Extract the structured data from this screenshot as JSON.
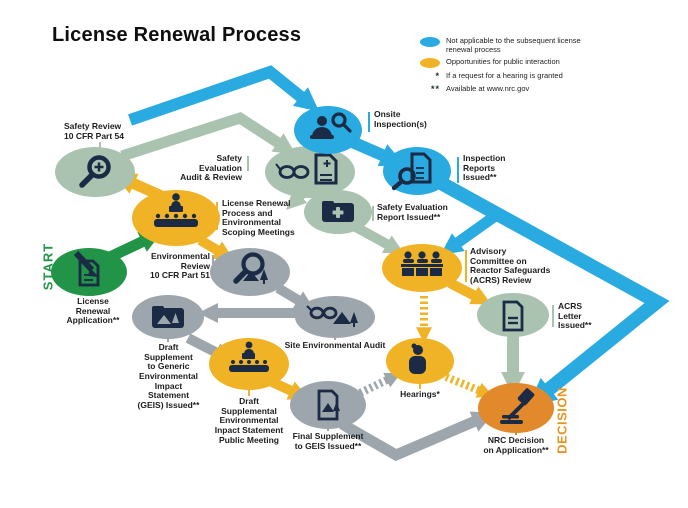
{
  "title": "License Renewal Process",
  "markers": {
    "start": "START",
    "decision": "DECISION"
  },
  "legend": {
    "items": [
      {
        "symbol": "",
        "label": "Not applicable to the subsequent license\nrenewal process",
        "swatch": "blue"
      },
      {
        "symbol": "",
        "label": "Opportunities for public interaction",
        "swatch": "gold"
      },
      {
        "symbol": "*",
        "label": "If a request for a hearing is granted"
      },
      {
        "symbol": "**",
        "label": "Available at www.nrc.gov"
      }
    ]
  },
  "nodes": {
    "safety_review": {
      "label": "Safety Review\n10 CFR Part 54",
      "color": "sage"
    },
    "safety_eval_audit": {
      "label": "Safety\nEvaluation\nAudit & Review",
      "color": "sage"
    },
    "onsite_inspection": {
      "label": "Onsite\nInspection(s)",
      "color": "blue"
    },
    "inspection_reports": {
      "label": "Inspection\nReports\nIssued**",
      "color": "blue"
    },
    "scoping_meetings": {
      "label": "License Renewal\nProcess and\nEnvironmental\nScoping Meetings",
      "color": "gold"
    },
    "ser_issued": {
      "label": "Safety Evaluation\nReport Issued**",
      "color": "sage"
    },
    "acrs_review": {
      "label": "Advisory\nCommittee on\nReactor Safeguards\n(ACRS) Review",
      "color": "gold"
    },
    "application": {
      "label": "License\nRenewal\nApplication**",
      "color": "green"
    },
    "env_review": {
      "label": "Environmental\nReview\n10 CFR Part 51",
      "color": "gray"
    },
    "site_audit": {
      "label": "Site Environmental Audit",
      "color": "gray"
    },
    "draft_geis": {
      "label": "Draft\nSupplement\nto Generic\nEnvironmental\nImpact\nStatement\n(GEIS) Issued**",
      "color": "gray"
    },
    "public_meeting": {
      "label": "Draft\nSupplemental\nEnvironmental\nInpact Statement\nPublic Meeting",
      "color": "gold"
    },
    "final_supplement": {
      "label": "Final Supplement\nto GEIS Issued**",
      "color": "gray"
    },
    "hearings": {
      "label": "Hearings*",
      "color": "gold"
    },
    "acrs_letter": {
      "label": "ACRS\nLetter\nIssued**",
      "color": "sage"
    },
    "nrc_decision": {
      "label": "NRC Decision\non Application**",
      "color": "orange"
    }
  },
  "colors": {
    "blue": "#29ABE2",
    "gold": "#F0B325",
    "sage": "#A9C3B0",
    "gray": "#9DA6AD",
    "green": "#219447",
    "orange": "#E2892B",
    "icon_navy": "#1B2A45",
    "decision_text": "#E8941F"
  }
}
